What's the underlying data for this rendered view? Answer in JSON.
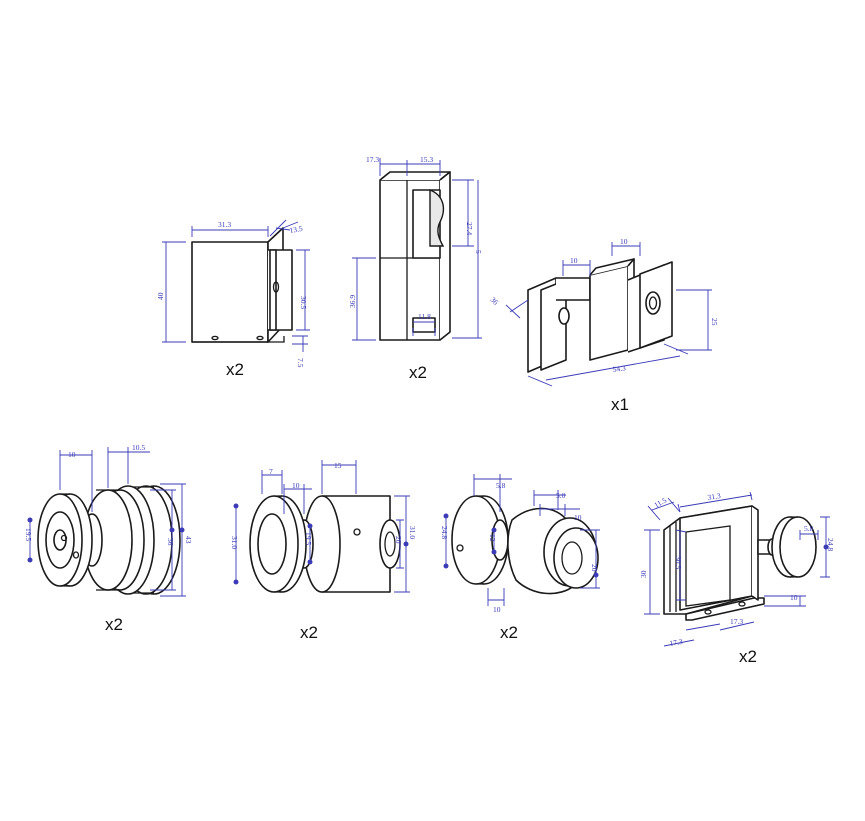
{
  "parts": [
    {
      "quantity": "x2",
      "dims": [
        "31.3",
        "13.5",
        "40",
        "30.5",
        "7.5"
      ]
    },
    {
      "quantity": "x2",
      "dims": [
        "17.3",
        "15.3",
        "27.4",
        "5",
        "36.9",
        "11.8"
      ]
    },
    {
      "quantity": "x1",
      "dims": [
        "10",
        "10",
        "54.3",
        "25",
        "36"
      ]
    },
    {
      "quantity": "x2",
      "dims": [
        "10",
        "10.5",
        "19.5",
        "36",
        "43"
      ]
    },
    {
      "quantity": "x2",
      "dims": [
        "7",
        "15",
        "10",
        "31.0",
        "19.5",
        "20",
        "31.0"
      ]
    },
    {
      "quantity": "x2",
      "dims": [
        "5.8",
        "5.0",
        "10",
        "24.8",
        "12",
        "10",
        "20"
      ]
    },
    {
      "quantity": "x2",
      "dims": [
        "11.5",
        "31.3",
        "30.5",
        "30",
        "5.8",
        "24.8",
        "10",
        "17.3",
        "17.3"
      ]
    }
  ]
}
